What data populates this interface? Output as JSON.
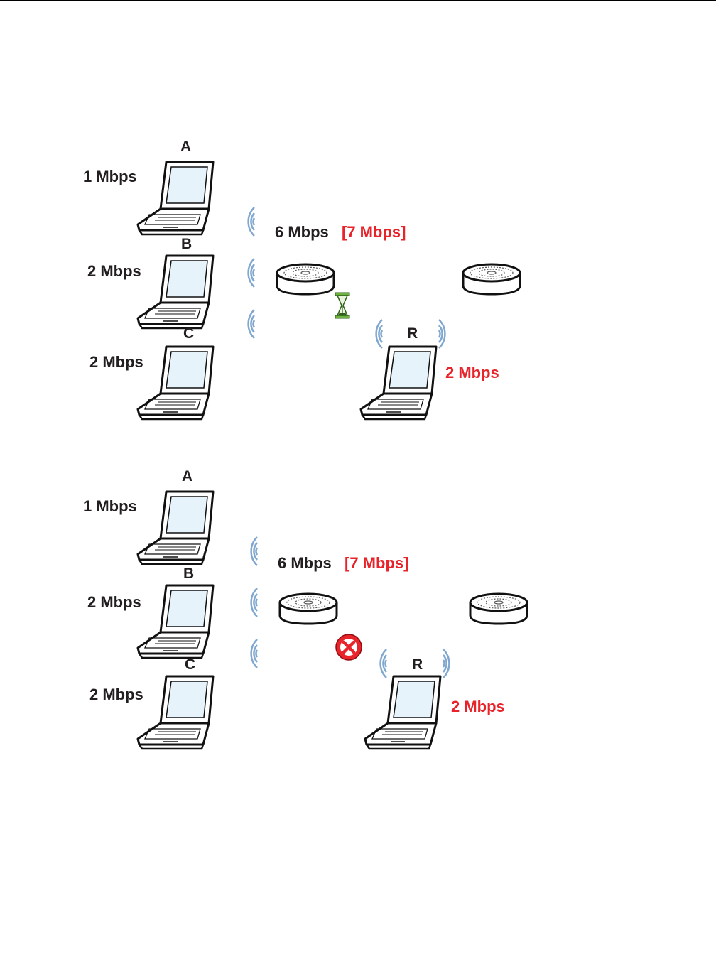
{
  "panels": [
    {
      "status_icon": "hourglass-icon",
      "clients": {
        "a": {
          "letter": "A",
          "rate": "1 Mbps"
        },
        "b": {
          "letter": "B",
          "rate": "2 Mbps"
        },
        "c": {
          "letter": "C",
          "rate": "2 Mbps"
        }
      },
      "ap_rate": "6 Mbps",
      "ap_rate_bracket": "[7 Mbps]",
      "roaming": {
        "letter": "R",
        "rate": "2 Mbps"
      }
    },
    {
      "status_icon": "blocked-icon",
      "clients": {
        "a": {
          "letter": "A",
          "rate": "1 Mbps"
        },
        "b": {
          "letter": "B",
          "rate": "2 Mbps"
        },
        "c": {
          "letter": "C",
          "rate": "2 Mbps"
        }
      },
      "ap_rate": "6 Mbps",
      "ap_rate_bracket": "[7 Mbps]",
      "roaming": {
        "letter": "R",
        "rate": "2 Mbps"
      }
    }
  ],
  "colors": {
    "accent_red": "#e8232a",
    "text_dark": "#231f20",
    "laptop_screen": "#e6f3fb",
    "wave_blue": "#7fa7cf",
    "hourglass_green": "#6db33f"
  }
}
